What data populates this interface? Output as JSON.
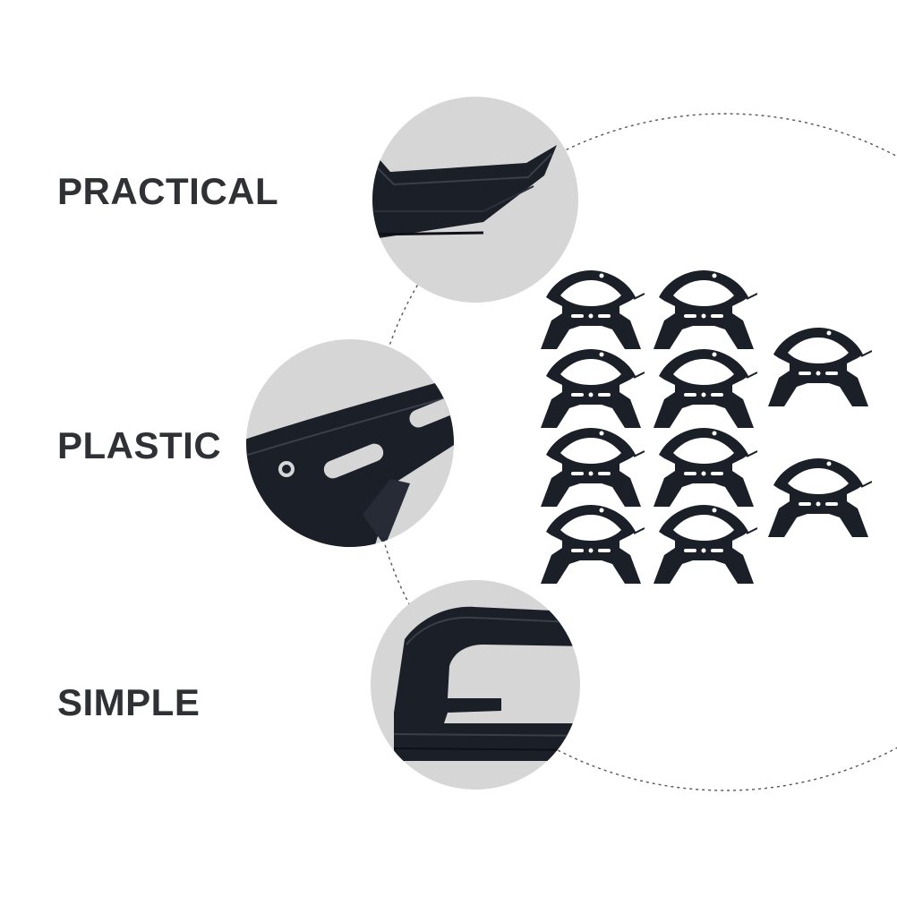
{
  "features": [
    {
      "label": "PRACTICAL",
      "icon": "corner-closeup"
    },
    {
      "label": "PLASTIC",
      "icon": "slot-closeup"
    },
    {
      "label": "SIMPLE",
      "icon": "hook-closeup"
    }
  ],
  "product": {
    "item_count": 10,
    "color": "#1b1f28"
  },
  "colors": {
    "label_text": "#2f3134",
    "zoom_circle_fill": "#d6d6d6",
    "dashed_outline": "#555555",
    "plastic_black": "#1b1f28"
  }
}
